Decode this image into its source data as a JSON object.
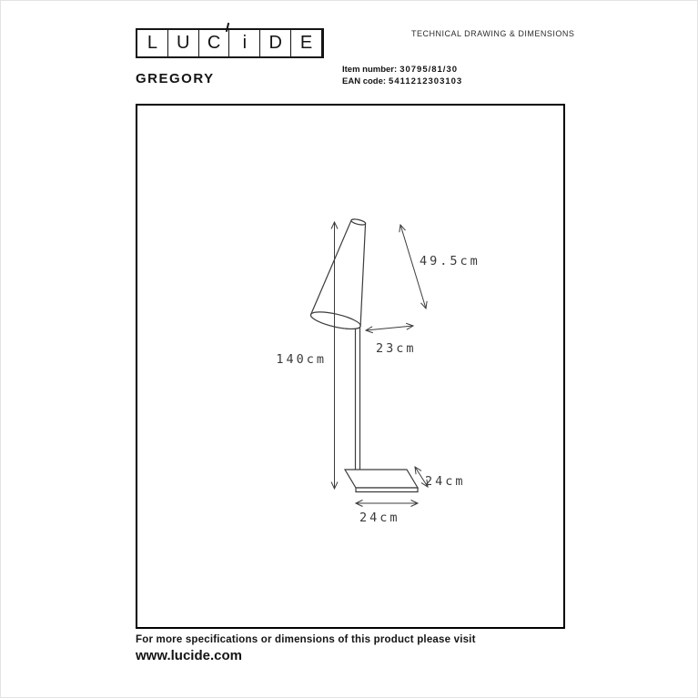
{
  "header": {
    "logo": {
      "letters": [
        "L",
        "U",
        "C",
        "i",
        "D",
        "E"
      ]
    },
    "doc_type": "TECHNICAL DRAWING & DIMENSIONS",
    "product_name": "GREGORY",
    "item": {
      "label": "Item number:",
      "value": "30795/81/30"
    },
    "ean": {
      "label": "EAN code:",
      "value": "5411212303103"
    }
  },
  "drawing": {
    "dimensions": {
      "height": "140cm",
      "shade_length": "49.5cm",
      "shade_diameter": "23cm",
      "base_depth": "24cm",
      "base_width": "24cm"
    }
  },
  "footer": {
    "note": "For more specifications or dimensions of this product please visit",
    "website": "www.lucide.com"
  }
}
